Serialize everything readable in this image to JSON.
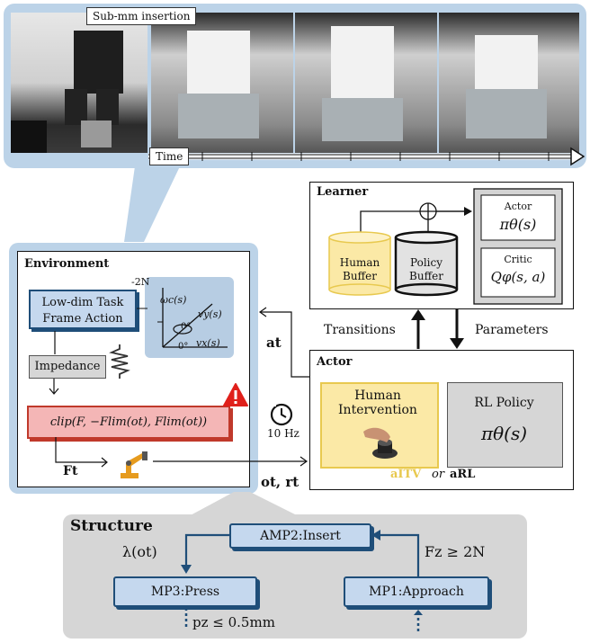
{
  "top": {
    "caption": "Sub-mm insertion",
    "time_label": "Time"
  },
  "learner": {
    "title": "Learner",
    "human_buffer": [
      "Human",
      "Buffer"
    ],
    "policy_buffer": [
      "Policy",
      "Buffer"
    ],
    "actor_label": "Actor",
    "actor_formula": "πθ(s)",
    "critic_label": "Critic",
    "critic_formula": "Qφ(s, a)"
  },
  "links": {
    "transitions": "Transitions",
    "parameters": "Parameters",
    "a_t": "at",
    "o_t_r_t": "ot, rt",
    "freq": "10 Hz"
  },
  "environment": {
    "title": "Environment",
    "task_frame": [
      "Low-dim Task",
      "Frame Action"
    ],
    "impedance": "Impedance",
    "clip": "clip(F, −Flim(ot), Flim(ot))",
    "f_t": "Ft",
    "axes": {
      "neg2n": "-2N",
      "wc": "ωc(s)",
      "vy": "vy(s)",
      "vx": "vx(s)",
      "zero1": "0°",
      "zero2": "0°"
    }
  },
  "actor": {
    "title": "Actor",
    "human_intervention": [
      "Human",
      "Intervention"
    ],
    "rl_policy": "RL Policy",
    "rl_formula": "πθ(s)",
    "a_itv": "aITV",
    "or_text": "or",
    "a_rl": "aRL"
  },
  "structure": {
    "title": "Structure",
    "amp2": "AMP2:Insert",
    "mp3": "MP3:Press",
    "mp1": "MP1:Approach",
    "lambda": "λ(ot)",
    "fz": "Fz ≥ 2N",
    "pz": "pz ≤ 0.5mm"
  },
  "colors": {
    "panel_blue": "#bcd3e8",
    "structure_gray": "#d6d6d6",
    "clip_red": "#f4b6b6",
    "human_yellow": "#fbe9a6",
    "button_blue": "#c5d8ee"
  }
}
